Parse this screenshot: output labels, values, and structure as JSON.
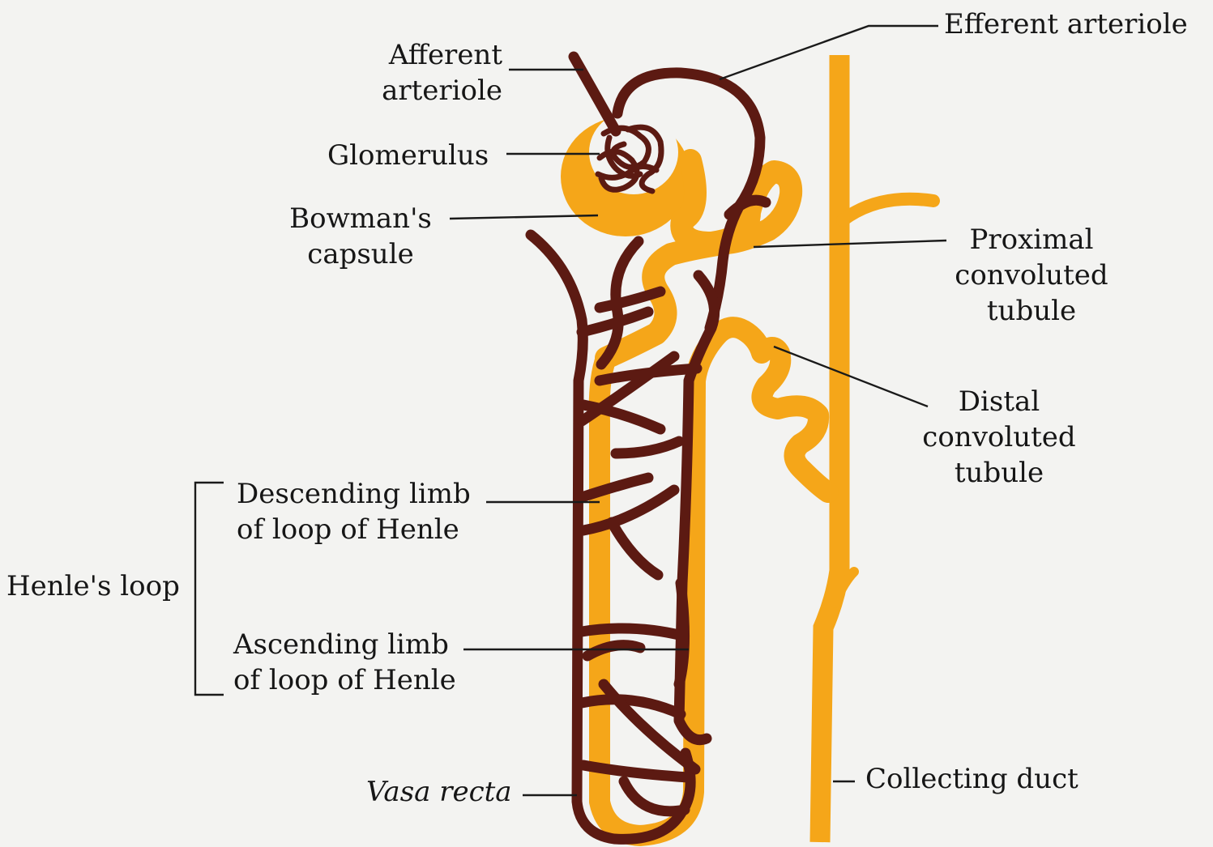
{
  "colors": {
    "background": "#f3f3f1",
    "tubule": "#f5a619",
    "vessel": "#5c1a12",
    "leader": "#1a1a1a",
    "text": "#161616"
  },
  "labels": {
    "afferent_arteriole": [
      "Afferent",
      "arteriole"
    ],
    "glomerulus": "Glomerulus",
    "bowmans_capsule": [
      "Bowman's",
      "capsule"
    ],
    "efferent_arteriole": "Efferent arteriole",
    "proximal_convoluted_tubule": [
      "Proximal",
      "convoluted",
      "tubule"
    ],
    "distal_convoluted_tubule": [
      "Distal",
      "convoluted",
      "tubule"
    ],
    "descending_limb": [
      "Descending limb",
      "of loop of Henle"
    ],
    "ascending_limb": [
      "Ascending limb",
      "of loop of Henle"
    ],
    "henles_loop": "Henle's loop",
    "vasa_recta": "Vasa recta",
    "collecting_duct": "Collecting duct"
  }
}
